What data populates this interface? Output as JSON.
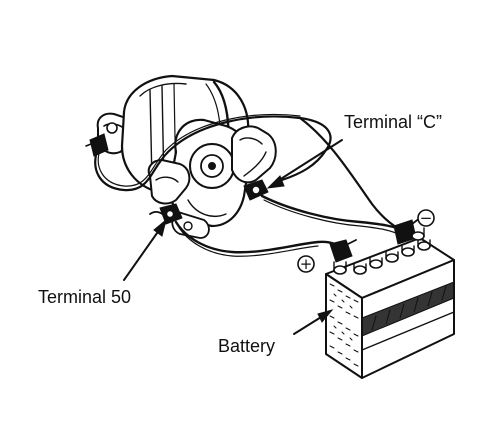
{
  "labels": {
    "terminal_c": "Terminal “C”",
    "terminal_50": "Terminal 50",
    "battery": "Battery"
  },
  "polarity": {
    "positive": "+",
    "negative": "−"
  },
  "colors": {
    "ink": "#111111",
    "background": "#ffffff"
  }
}
